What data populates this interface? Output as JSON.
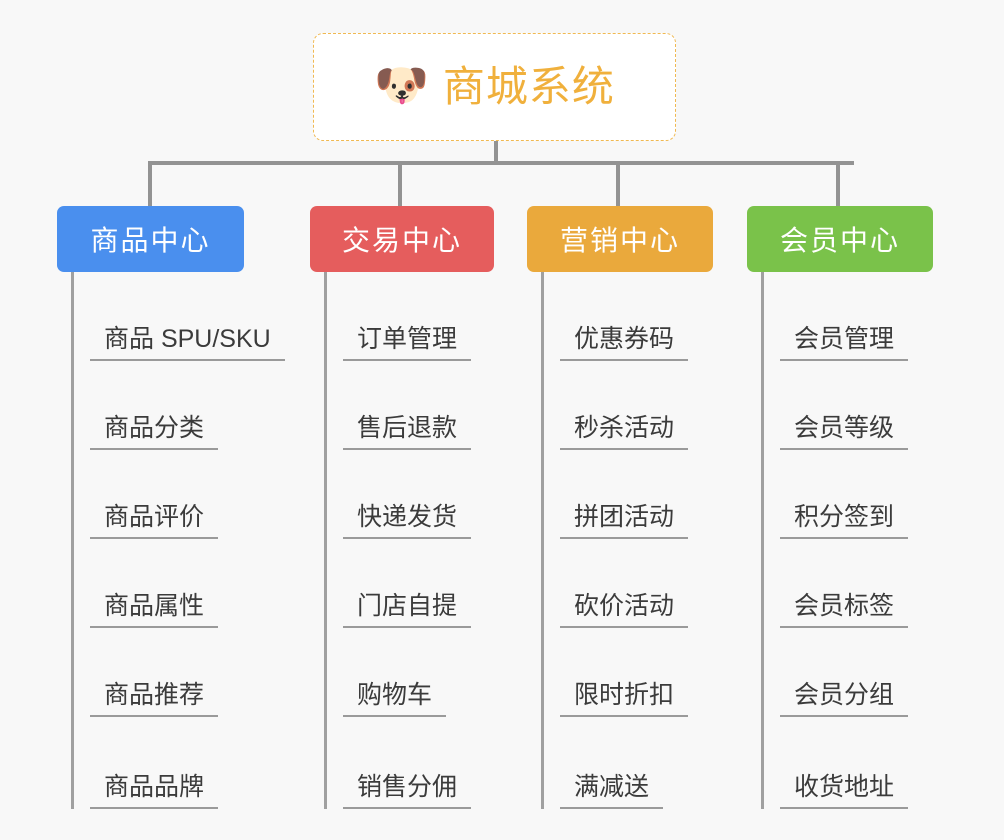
{
  "root": {
    "icon": "dog-face-icon",
    "icon_glyph": "🐶",
    "title": "商城系统",
    "accent_color": "#f0b03c",
    "border_color": "#f0b952"
  },
  "canvas": {
    "background_color": "#f8f8f8",
    "connector_color": "#939393"
  },
  "branches": [
    {
      "label": "商品中心",
      "color": "#4a8fee",
      "items": [
        {
          "label": "商品 SPU/SKU"
        },
        {
          "label": "商品分类"
        },
        {
          "label": "商品评价"
        },
        {
          "label": "商品属性"
        },
        {
          "label": "商品推荐"
        },
        {
          "label": "商品品牌"
        }
      ]
    },
    {
      "label": "交易中心",
      "color": "#e55d5d",
      "items": [
        {
          "label": "订单管理"
        },
        {
          "label": "售后退款"
        },
        {
          "label": "快递发货"
        },
        {
          "label": "门店自提"
        },
        {
          "label": "购物车"
        },
        {
          "label": "销售分佣"
        }
      ]
    },
    {
      "label": "营销中心",
      "color": "#eaa93c",
      "items": [
        {
          "label": "优惠券码"
        },
        {
          "label": "秒杀活动"
        },
        {
          "label": "拼团活动"
        },
        {
          "label": "砍价活动"
        },
        {
          "label": "限时折扣"
        },
        {
          "label": "满减送"
        }
      ]
    },
    {
      "label": "会员中心",
      "color": "#7ac24a",
      "items": [
        {
          "label": "会员管理"
        },
        {
          "label": "会员等级"
        },
        {
          "label": "积分签到"
        },
        {
          "label": "会员标签"
        },
        {
          "label": "会员分组"
        },
        {
          "label": "收货地址"
        }
      ]
    }
  ]
}
